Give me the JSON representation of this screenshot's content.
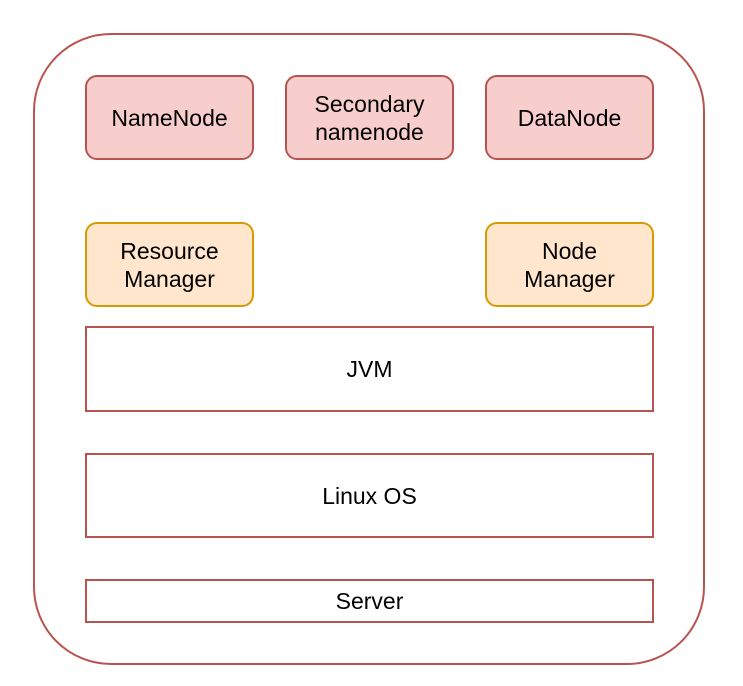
{
  "diagram": {
    "hdfs_nodes": [
      {
        "label": "NameNode"
      },
      {
        "label": "Secondary\nnamenode"
      },
      {
        "label": "DataNode"
      }
    ],
    "yarn_nodes": [
      {
        "label": "Resource\nManager"
      },
      {
        "label": "Node\nManager"
      }
    ],
    "layers": {
      "jvm": "JVM",
      "os": "Linux OS",
      "server": "Server"
    },
    "colors": {
      "frame_stroke": "#b85450",
      "hdfs_fill": "#f8cecc",
      "hdfs_stroke": "#b85450",
      "yarn_fill": "#ffe6cc",
      "yarn_stroke": "#d79b00"
    }
  }
}
